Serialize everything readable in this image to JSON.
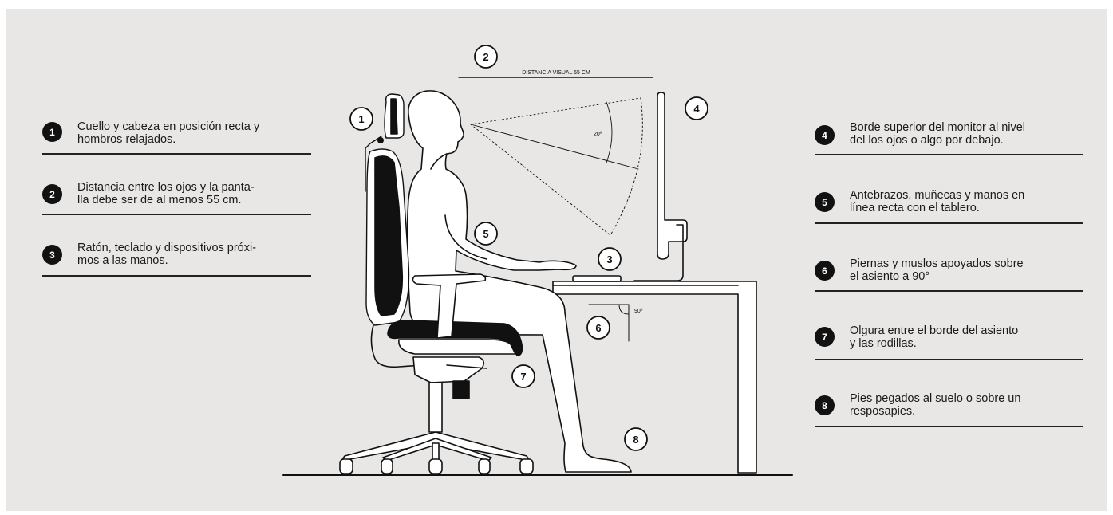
{
  "left_tips": [
    {
      "number": "1",
      "text": "Cuello y cabeza en posición recta y\nhombros relajados."
    },
    {
      "number": "2",
      "text": "Distancia entre los ojos y la panta-\nlla debe ser de al menos 55 cm."
    },
    {
      "number": "3",
      "text": "Ratón, teclado y dispositivos próxi-\nmos a las manos."
    }
  ],
  "right_tips": [
    {
      "number": "4",
      "text": "Borde superior del monitor al nivel\ndel los ojos o algo por debajo."
    },
    {
      "number": "5",
      "text": "Antebrazos, muñecas y manos en\nlínea recta con el tablero."
    },
    {
      "number": "6",
      "text": "Piernas y muslos apoyados sobre\nel asiento a 90°"
    },
    {
      "number": "7",
      "text": "Olgura entre el borde del asiento\ny las rodillas."
    },
    {
      "number": "8",
      "text": "Pies pegados al suelo o sobre un\nresposapies."
    }
  ],
  "diagram": {
    "distance_label": "DISTANCIA VISUAL 55 CM",
    "eye_angle_label": "20º",
    "knee_angle_label": "90º",
    "markers": [
      "1",
      "2",
      "3",
      "4",
      "5",
      "6",
      "7",
      "8"
    ]
  },
  "colors": {
    "background": "#e8e7e5",
    "ink": "#111111",
    "figure_fill": "#ffffff"
  }
}
